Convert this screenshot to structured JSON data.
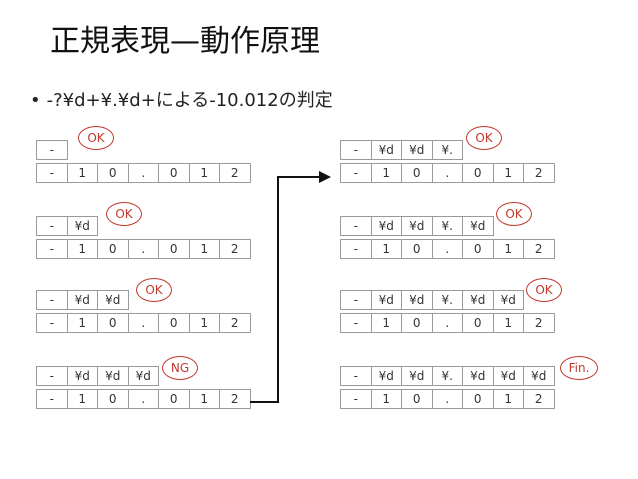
{
  "title": "正規表現—動作原理",
  "bullet": "-?¥d+¥.¥d+による-10.012の判定",
  "input": [
    "-",
    "1",
    "0",
    ".",
    "0",
    "1",
    "2"
  ],
  "steps_left": [
    {
      "pattern": [
        "-"
      ],
      "status": "OK"
    },
    {
      "pattern": [
        "-",
        "¥d"
      ],
      "status": "OK"
    },
    {
      "pattern": [
        "-",
        "¥d",
        "¥d"
      ],
      "status": "OK"
    },
    {
      "pattern": [
        "-",
        "¥d",
        "¥d",
        "¥d"
      ],
      "status": "NG"
    }
  ],
  "steps_right": [
    {
      "pattern": [
        "-",
        "¥d",
        "¥d",
        "¥."
      ],
      "status": "OK"
    },
    {
      "pattern": [
        "-",
        "¥d",
        "¥d",
        "¥.",
        "¥d"
      ],
      "status": "OK"
    },
    {
      "pattern": [
        "-",
        "¥d",
        "¥d",
        "¥.",
        "¥d",
        "¥d"
      ],
      "status": "OK"
    },
    {
      "pattern": [
        "-",
        "¥d",
        "¥d",
        "¥.",
        "¥d",
        "¥d",
        "¥d"
      ],
      "status": "Fin."
    }
  ]
}
